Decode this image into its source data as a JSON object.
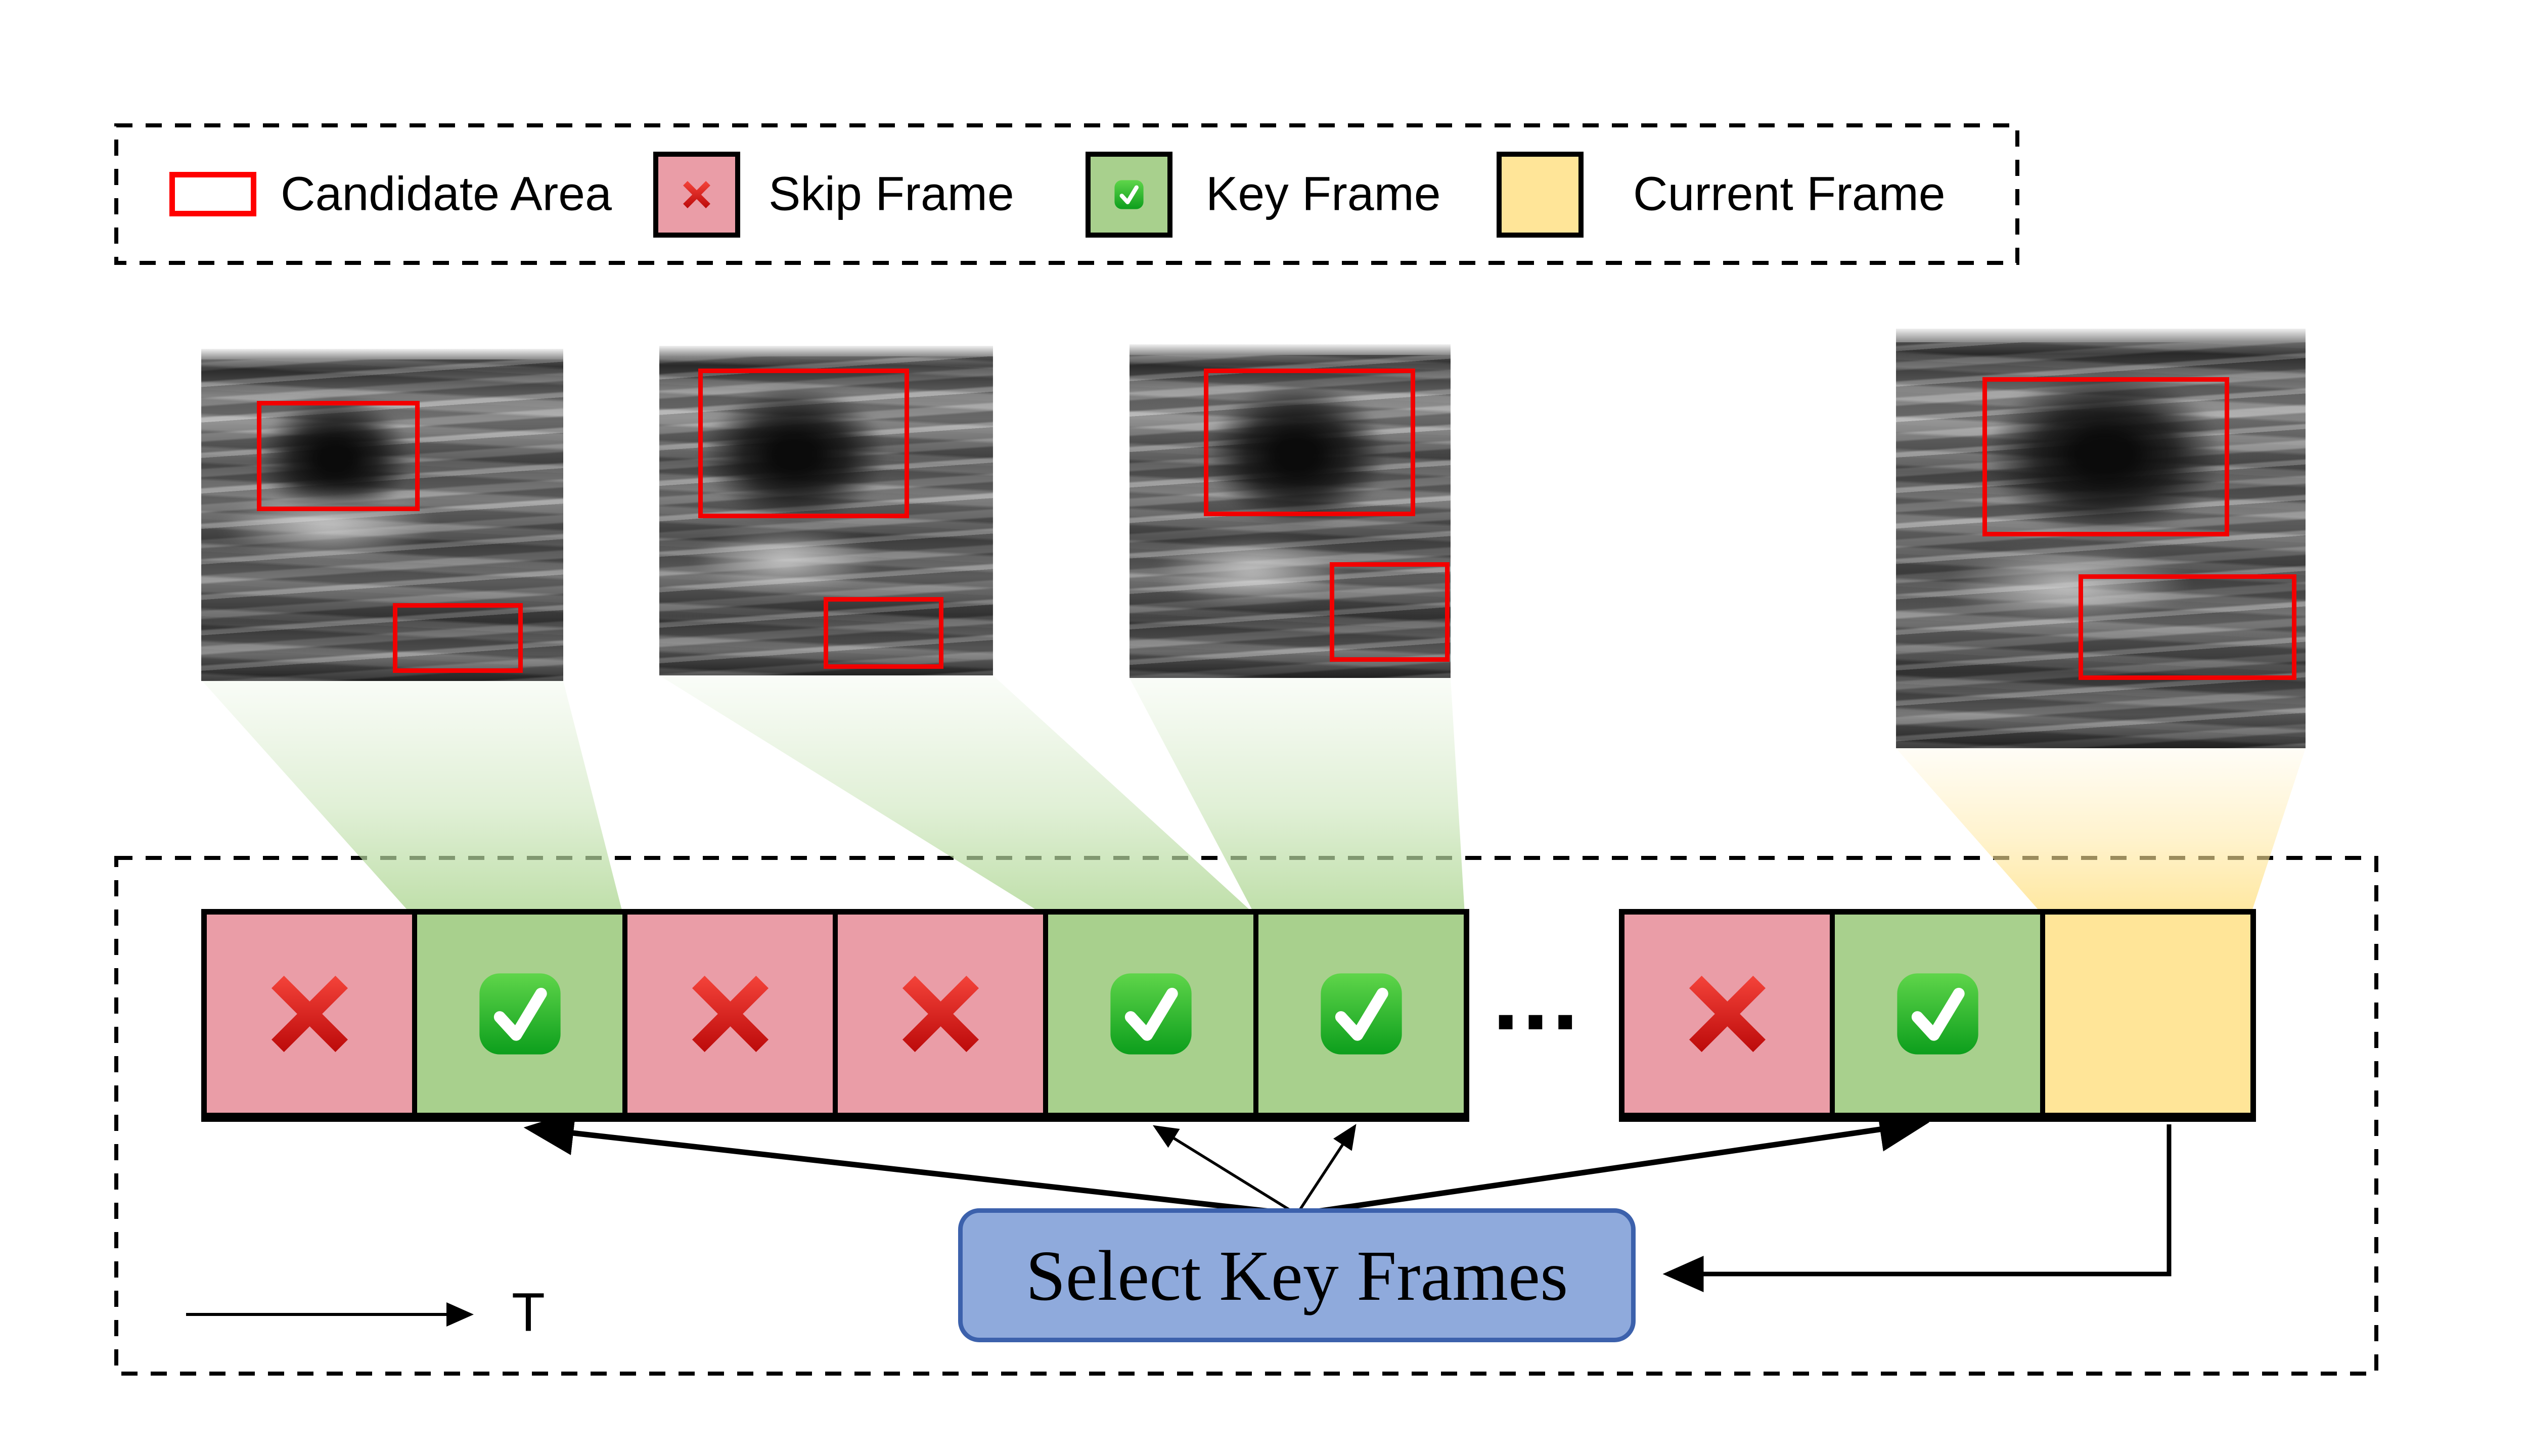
{
  "legend": {
    "items": [
      {
        "id": "candidate-area",
        "label": "Candidate Area",
        "icon": "candidate-area-box-icon",
        "color": "#FF0000"
      },
      {
        "id": "skip-frame",
        "label": "Skip Frame",
        "icon": "cross-mark-icon",
        "color": "#EA9DA7"
      },
      {
        "id": "key-frame",
        "label": "Key Frame",
        "icon": "check-mark-icon",
        "color": "#A8D08D"
      },
      {
        "id": "current-frame",
        "label": "Current Frame",
        "icon": "none",
        "color": "#FFE598"
      }
    ]
  },
  "timeline": {
    "group1": [
      "skip",
      "key",
      "skip",
      "skip",
      "key",
      "key"
    ],
    "ellipsis": "...",
    "group2": [
      "skip",
      "key",
      "current"
    ]
  },
  "select_box": {
    "label": "Select Key Frames",
    "fill": "#8FAADC",
    "border": "#3C61AC"
  },
  "time_axis": {
    "label": "T"
  },
  "ultrasound_frames": {
    "count": 4,
    "candidate_boxes_per_frame": 2,
    "box_color": "#F20000"
  },
  "colors": {
    "skip_frame": "#EA9DA7",
    "key_frame": "#A8D08D",
    "current_frame": "#FFE598",
    "beam_key": "#BBDDA4",
    "beam_current": "#FFE699",
    "cross_mark": "#D8261C",
    "check_mark": "#16A51F",
    "candidate_area": "#FF0000"
  }
}
